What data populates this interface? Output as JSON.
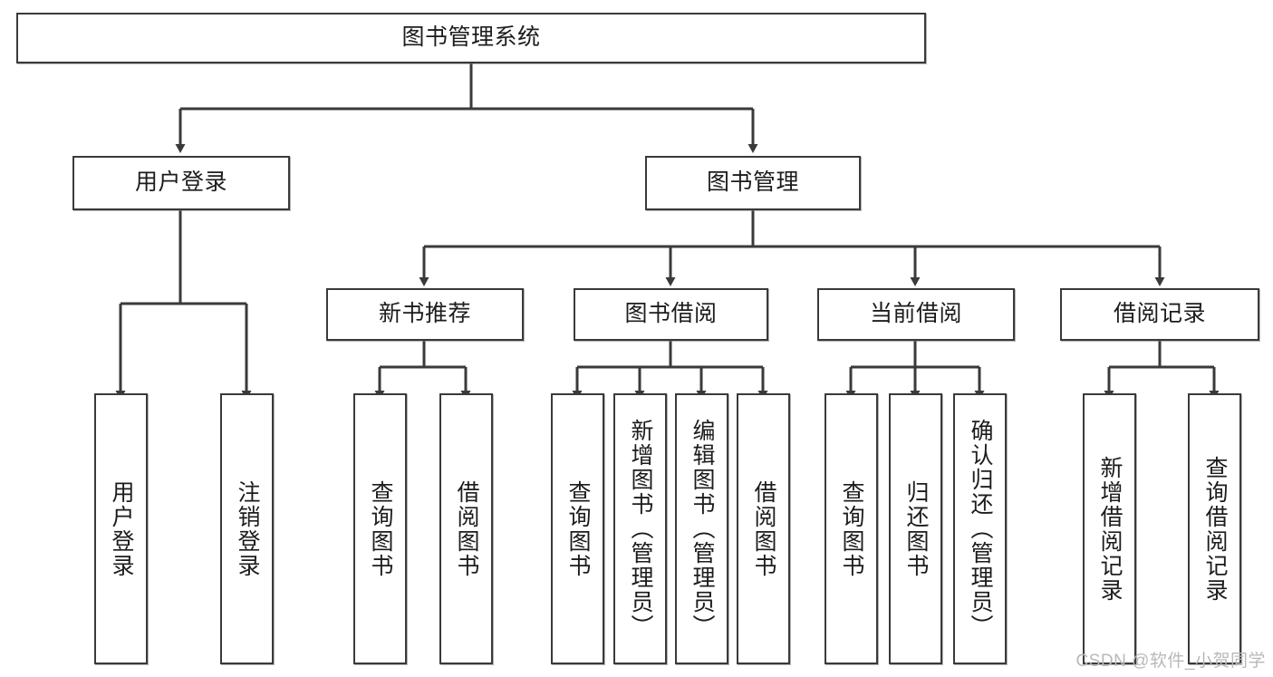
{
  "diagram": {
    "title": "图书管理系统",
    "type": "hierarchy-tree",
    "root": {
      "id": "root",
      "label": "图书管理系统"
    },
    "level2": [
      {
        "id": "user-login",
        "label": "用户登录"
      },
      {
        "id": "book-manage",
        "label": "图书管理"
      }
    ],
    "level3": [
      {
        "id": "new-book-recommend",
        "label": "新书推荐",
        "parent": "book-manage"
      },
      {
        "id": "book-borrow",
        "label": "图书借阅",
        "parent": "book-manage"
      },
      {
        "id": "current-borrow",
        "label": "当前借阅",
        "parent": "book-manage"
      },
      {
        "id": "borrow-record",
        "label": "借阅记录",
        "parent": "book-manage"
      }
    ],
    "leaves": [
      {
        "id": "leaf-user-login",
        "label": "用户登录",
        "parent": "user-login"
      },
      {
        "id": "leaf-logout-login",
        "label": "注销登录",
        "parent": "user-login"
      },
      {
        "id": "leaf-query-book-1",
        "label": "查询图书",
        "parent": "new-book-recommend"
      },
      {
        "id": "leaf-borrow-book-1",
        "label": "借阅图书",
        "parent": "new-book-recommend"
      },
      {
        "id": "leaf-query-book-2",
        "label": "查询图书",
        "parent": "book-borrow"
      },
      {
        "id": "leaf-add-book",
        "label": "新增图书（管理员）",
        "parent": "book-borrow"
      },
      {
        "id": "leaf-edit-book",
        "label": "编辑图书（管理员）",
        "parent": "book-borrow"
      },
      {
        "id": "leaf-borrow-book-2",
        "label": "借阅图书",
        "parent": "book-borrow"
      },
      {
        "id": "leaf-query-book-3",
        "label": "查询图书",
        "parent": "current-borrow"
      },
      {
        "id": "leaf-return-book",
        "label": "归还图书",
        "parent": "current-borrow"
      },
      {
        "id": "leaf-confirm-return",
        "label": "确认归还（管理员）",
        "parent": "current-borrow"
      },
      {
        "id": "leaf-add-record",
        "label": "新增借阅记录",
        "parent": "borrow-record"
      },
      {
        "id": "leaf-query-record",
        "label": "查询借阅记录",
        "parent": "borrow-record"
      }
    ],
    "colors": {
      "border": "#3a3a3a",
      "background": "#ffffff",
      "text": "#1c1c1c",
      "watermark": "#b9b9b9"
    }
  },
  "watermark": {
    "text": "CSDN @软件_小贺同学"
  }
}
